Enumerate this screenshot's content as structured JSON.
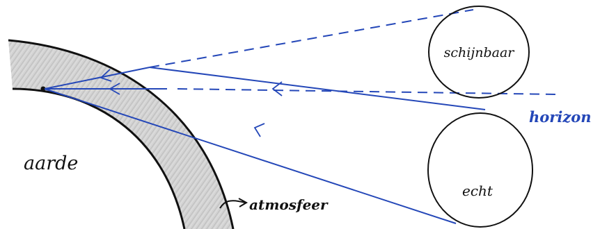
{
  "labels": {
    "earth": "aarde",
    "atmosphere": "atmosfeer",
    "apparent_sun": "schijnbaar",
    "real_sun": "echt",
    "horizon": "horizon"
  },
  "colors": {
    "ink": "#111111",
    "ray": "#2447b8",
    "atmosphere_fill": "#c9c9c9"
  }
}
